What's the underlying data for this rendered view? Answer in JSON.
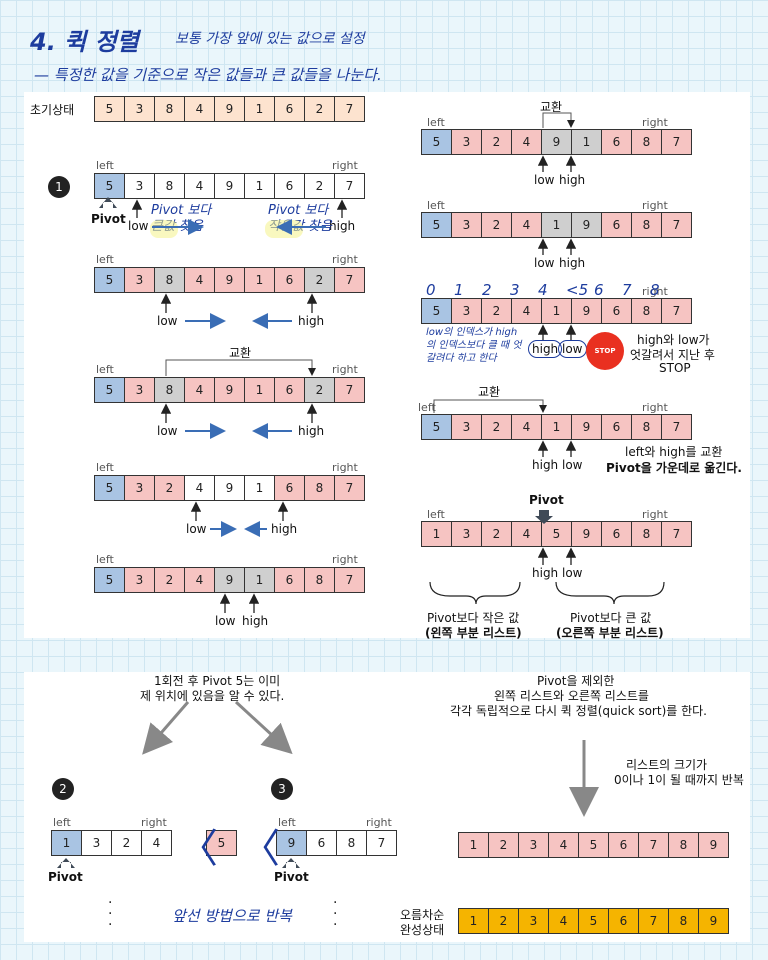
{
  "header": {
    "title": "4. 퀵 정렬",
    "note": "보통 가장 앞에 있는 값으로 설정",
    "subtitle": "— 특정한 값을 기준으로 작은 값들과 큰 값들을 나눈다."
  },
  "labels": {
    "initial": "초기상태",
    "left": "left",
    "right": "right",
    "pivot": "Pivot",
    "low": "low",
    "high": "high",
    "swap": "교환",
    "big_find": "Pivot 보다 큰값 찾음",
    "small_find": "Pivot 보다 작은값 찾음",
    "cross_note": "low의 인덱스가 high의 인덱스보다 클 때 엇갈려다 하고 한다",
    "stop": "STOP",
    "stop_desc_1": "high와 low가",
    "stop_desc_2": "엇갈려서 지난 후",
    "stop_desc_3": "STOP",
    "swap_desc_1": "left와 high를 교환",
    "swap_desc_2": "Pivot을 가운데로 옮긴다.",
    "left_part_1": "Pivot보다 작은 값",
    "left_part_2": "(왼쪽 부분 리스트)",
    "right_part_1": "Pivot보다 큰 값",
    "right_part_2": "(오른쪽 부분 리스트)",
    "after_1": "1회전 후 Pivot 5는 이미",
    "after_2": "제 위치에 있음을 알 수 있다.",
    "repeat": "앞선 방법으로 반복",
    "recur_1": "Pivot을 제외한",
    "recur_2": "왼쪽 리스트와 오른쪽 리스트를",
    "recur_3": "각각 독립적으로 다시 퀵 정렬(quick sort)를 한다.",
    "size_1": "리스트의 크기가",
    "size_2": "0이나 1이 될 때까지 반복",
    "done_1": "오름차순",
    "done_2": "완성상태",
    "idx": [
      "0",
      "1",
      "2",
      "3",
      "4",
      "<5",
      "6",
      "7",
      "8"
    ],
    "n1": "1",
    "n2": "2",
    "n3": "3"
  },
  "arrays": {
    "initial": [
      "5",
      "3",
      "8",
      "4",
      "9",
      "1",
      "6",
      "2",
      "7"
    ],
    "s1": [
      "5",
      "3",
      "8",
      "4",
      "9",
      "1",
      "6",
      "2",
      "7"
    ],
    "s2": [
      "5",
      "3",
      "8",
      "4",
      "9",
      "1",
      "6",
      "2",
      "7"
    ],
    "s3": [
      "5",
      "3",
      "8",
      "4",
      "9",
      "1",
      "6",
      "2",
      "7"
    ],
    "s4": [
      "5",
      "3",
      "2",
      "4",
      "9",
      "1",
      "6",
      "8",
      "7"
    ],
    "s5": [
      "5",
      "3",
      "2",
      "4",
      "9",
      "1",
      "6",
      "8",
      "7"
    ],
    "r1": [
      "5",
      "3",
      "2",
      "4",
      "9",
      "1",
      "6",
      "8",
      "7"
    ],
    "r2": [
      "5",
      "3",
      "2",
      "4",
      "1",
      "9",
      "6",
      "8",
      "7"
    ],
    "r3": [
      "5",
      "3",
      "2",
      "4",
      "1",
      "9",
      "6",
      "8",
      "7"
    ],
    "r4": [
      "5",
      "3",
      "2",
      "4",
      "1",
      "9",
      "6",
      "8",
      "7"
    ],
    "r5": [
      "1",
      "3",
      "2",
      "4",
      "5",
      "9",
      "6",
      "8",
      "7"
    ],
    "sub_left": [
      "1",
      "3",
      "2",
      "4"
    ],
    "mid": [
      "5"
    ],
    "sub_right": [
      "9",
      "6",
      "8",
      "7"
    ],
    "sorted": [
      "1",
      "2",
      "3",
      "4",
      "5",
      "6",
      "7",
      "8",
      "9"
    ],
    "final": [
      "1",
      "2",
      "3",
      "4",
      "5",
      "6",
      "7",
      "8",
      "9"
    ]
  },
  "colors": {
    "blue": "#a9c4e3",
    "red": "#f6c4c2",
    "gray": "#cfcfcf",
    "orange": "#fde3cf",
    "yellow": "#f5b400",
    "arrow": "#3a6db5"
  }
}
